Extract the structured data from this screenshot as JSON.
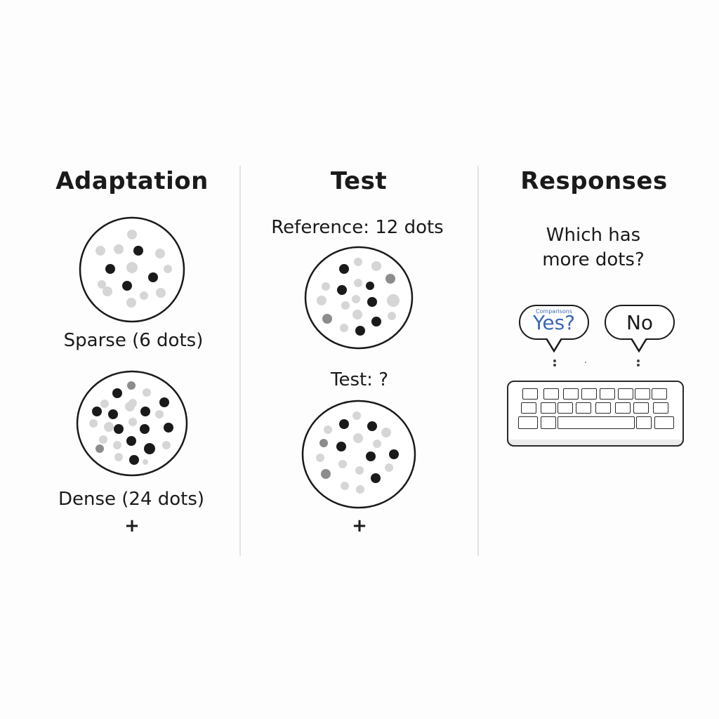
{
  "panels": {
    "adaptation": {
      "heading": "Adaptation",
      "sparse_label": "Sparse (6 dots)",
      "dense_label": "Dense (24 dots)",
      "fixation": "+"
    },
    "test": {
      "heading": "Test",
      "reference_label": "Reference: 12 dots",
      "test_label": "Test: ?",
      "fixation": "+"
    },
    "responses": {
      "heading": "Responses",
      "question_line1": "Which has",
      "question_line2": "more dots?",
      "yes_label": "Yes?",
      "yes_caption": "Comparisons",
      "no_label": "No",
      "device_icon": "keyboard-icon"
    }
  },
  "colors": {
    "dark_dot": "#1a1a1a",
    "mid_dot": "#8c8c8c",
    "light_dot": "#d6d6d6",
    "yes_text": "#3d66b8",
    "divider": "#e3e3e3"
  }
}
